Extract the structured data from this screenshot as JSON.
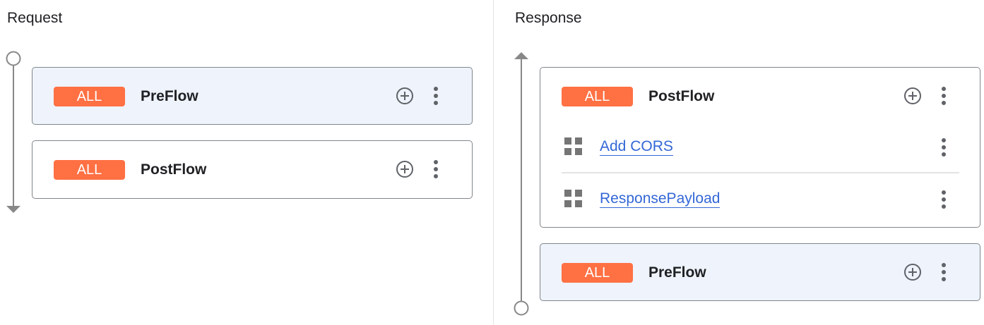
{
  "request": {
    "title": "Request",
    "flows": [
      {
        "badge": "ALL",
        "name": "PreFlow"
      },
      {
        "badge": "ALL",
        "name": "PostFlow"
      }
    ]
  },
  "response": {
    "title": "Response",
    "postflow": {
      "badge": "ALL",
      "name": "PostFlow",
      "policies": [
        "Add CORS",
        "ResponsePayload"
      ]
    },
    "preflow": {
      "badge": "ALL",
      "name": "PreFlow"
    }
  },
  "colors": {
    "badge": "#ff7043",
    "highlight": "#eef3fc",
    "link": "#3367d6"
  }
}
